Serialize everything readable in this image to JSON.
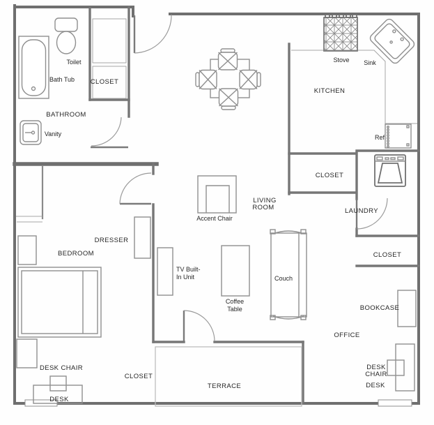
{
  "meta": {
    "title": "Apartment floor plan"
  },
  "colors": {
    "wall": "#6f6f6f",
    "furniture_line": "#8f8f8f",
    "door_arc": "#9a9a9a",
    "terrace_line": "#bdbdbd",
    "text": "#262626",
    "background": "#ffffff"
  },
  "rooms": {
    "bathroom": "BATHROOM",
    "bathroom_closet": "CLOSET",
    "kitchen": "KITCHEN",
    "hall_closet": "CLOSET",
    "laundry": "LAUNDRY",
    "laundry_closet": "CLOSET",
    "living_room_line1": "LIVING",
    "living_room_line2": "ROOM",
    "bedroom": "BEDROOM",
    "bedroom_closet": "CLOSET",
    "terrace": "TERRACE",
    "office": "OFFICE"
  },
  "furniture": {
    "toilet": "Toilet",
    "bath_tub": "Bath Tub",
    "vanity": "Vanity",
    "stove": "Stove",
    "sink": "Sink",
    "ref": "Ref",
    "accent_chair": "Accent Chair",
    "dresser": "DRESSER",
    "tv_unit_line1": "TV Built-",
    "tv_unit_line2": "In Unit",
    "coffee_table_line1": "Coffee",
    "coffee_table_line2": "Table",
    "couch": "Couch",
    "bedroom_desk_chair": "DESK CHAIR",
    "bedroom_desk": "DESK",
    "bookcase": "BOOKCASE",
    "office_desk_chair_line1": "DESK",
    "office_desk_chair_line2": "CHAIR",
    "office_desk": "DESK"
  }
}
